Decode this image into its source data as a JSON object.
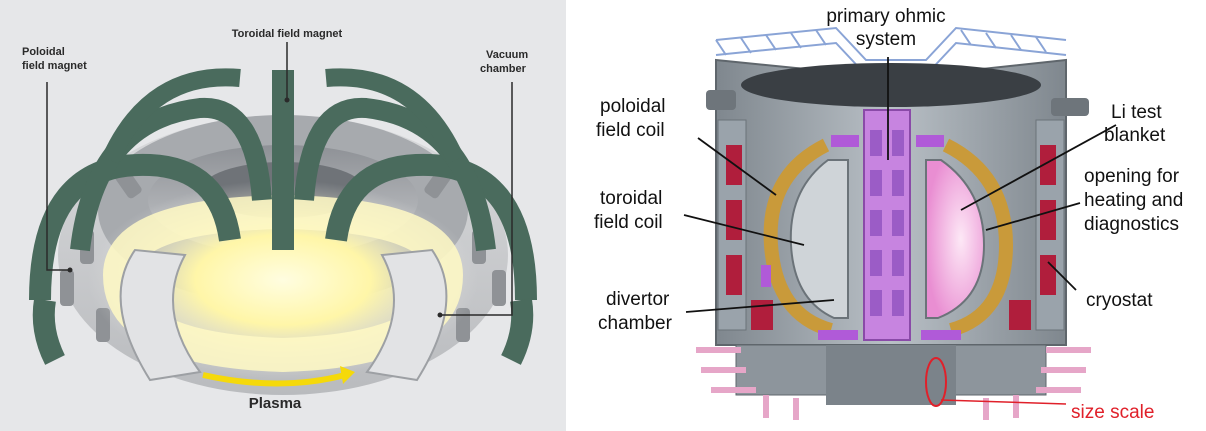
{
  "left_diagram": {
    "labels": {
      "toroidal_field_magnet": "Toroidal field magnet",
      "poloidal_field_magnet_line1": "Poloidal",
      "poloidal_field_magnet_line2": "field magnet",
      "vacuum_chamber_line1": "Vacuum",
      "vacuum_chamber_line2": "chamber",
      "plasma": "Plasma"
    },
    "colors": {
      "background": "#e6e7e9",
      "magnet_green": "#4a6b5d",
      "plasma_glow": "#fff7b0",
      "arrow_yellow": "#f5d90a"
    }
  },
  "right_diagram": {
    "labels": {
      "primary_ohmic_line1": "primary ohmic",
      "primary_ohmic_line2": "system",
      "poloidal_coil_line1": "poloidal",
      "poloidal_coil_line2": "field coil",
      "toroidal_coil_line1": "toroidal",
      "toroidal_coil_line2": "field coil",
      "divertor_line1": "divertor",
      "divertor_line2": "chamber",
      "li_blanket_line1": "Li  test",
      "li_blanket_line2": "blanket",
      "opening_line1": "opening for",
      "opening_line2": "heating and",
      "opening_line3": "diagnostics",
      "cryostat": "cryostat",
      "size_scale": "size scale"
    },
    "colors": {
      "structure_gray": "#9ea6ad",
      "coil_gold": "#c99a3a",
      "coil_red": "#b01e3c",
      "accent_purple": "#b05ad8",
      "plasma_pink": "#f3b6e0",
      "size_scale_red": "#e0202a"
    }
  }
}
